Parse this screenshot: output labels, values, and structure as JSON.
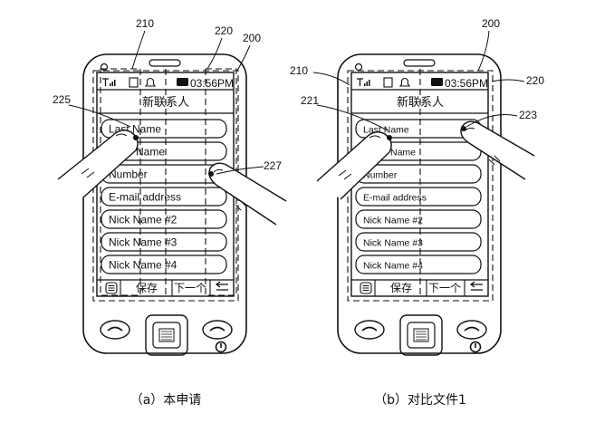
{
  "figures": [
    {
      "caption": "（a）本申请",
      "status_bar": {
        "time": "03:56PM"
      },
      "screen_title": "新联系人",
      "fields": [
        "Last Name",
        "Name",
        "Number",
        "E-mail address",
        "Nick Name #2",
        "Nick Name #3",
        "Nick Name #4"
      ],
      "softkeys": {
        "save": "保存",
        "next": "下一个"
      },
      "ref_labels": [
        "210",
        "220",
        "200",
        "225",
        "227"
      ]
    },
    {
      "caption": "（b）对比文件1",
      "status_bar": {
        "time": "03:56PM"
      },
      "screen_title": "新联系人",
      "fields": [
        "Last Name",
        "Name",
        "Number",
        "E-mail address",
        "Nick Name #2",
        "Nick Name #3",
        "Nick Name #4"
      ],
      "softkeys": {
        "save": "保存",
        "next": "下一个"
      },
      "ref_labels": [
        "200",
        "210",
        "220",
        "221",
        "223"
      ]
    }
  ]
}
